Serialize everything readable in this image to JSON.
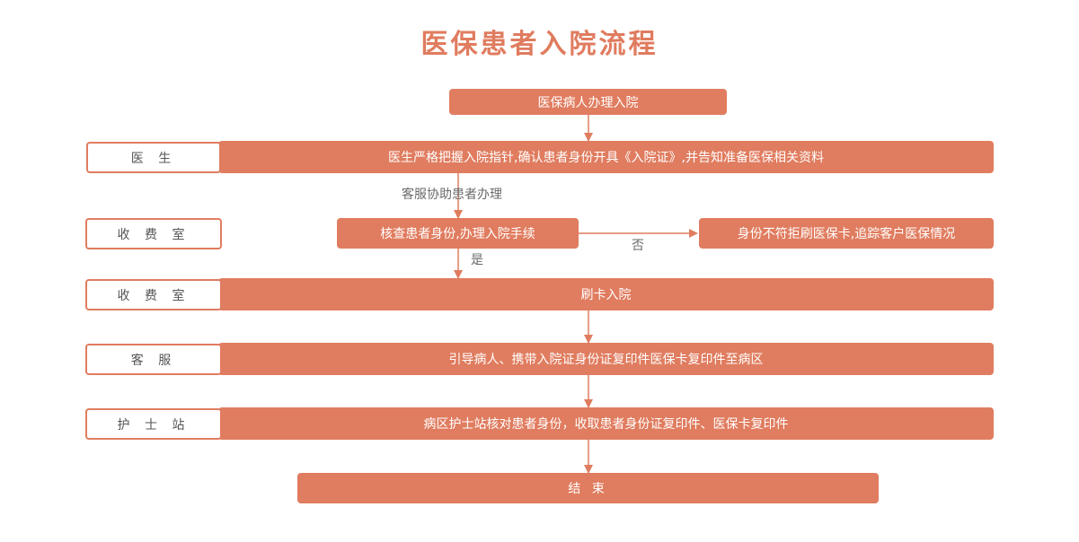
{
  "title": "医保患者入院流程",
  "colors": {
    "accent": "#e07c5f",
    "side_text": "#555555",
    "label_text": "#6a6a6a"
  },
  "nodes": {
    "start": "医保病人办理入院",
    "doctor_step": "医生严格把握入院指针,确认患者身份开具《入院证》,并告知准备医保相关资料",
    "verify": "核查患者身份,办理入院手续",
    "reject": "身份不符拒刷医保卡,追踪客户医保情况",
    "swipe": "刷卡入院",
    "guide": "引导病人、携带入院证身份证复印件医保卡复印件至病区",
    "nurse_step": "病区护士站核对患者身份，收取患者身份证复印件、医保卡复印件",
    "end": "结 束"
  },
  "roles": {
    "doctor": "医 生",
    "cashier1": "收 费 室",
    "cashier2": "收 费 室",
    "service": "客 服",
    "nurse": "护 士 站"
  },
  "labels": {
    "assist": "客服协助患者办理",
    "no": "否",
    "yes": "是"
  }
}
